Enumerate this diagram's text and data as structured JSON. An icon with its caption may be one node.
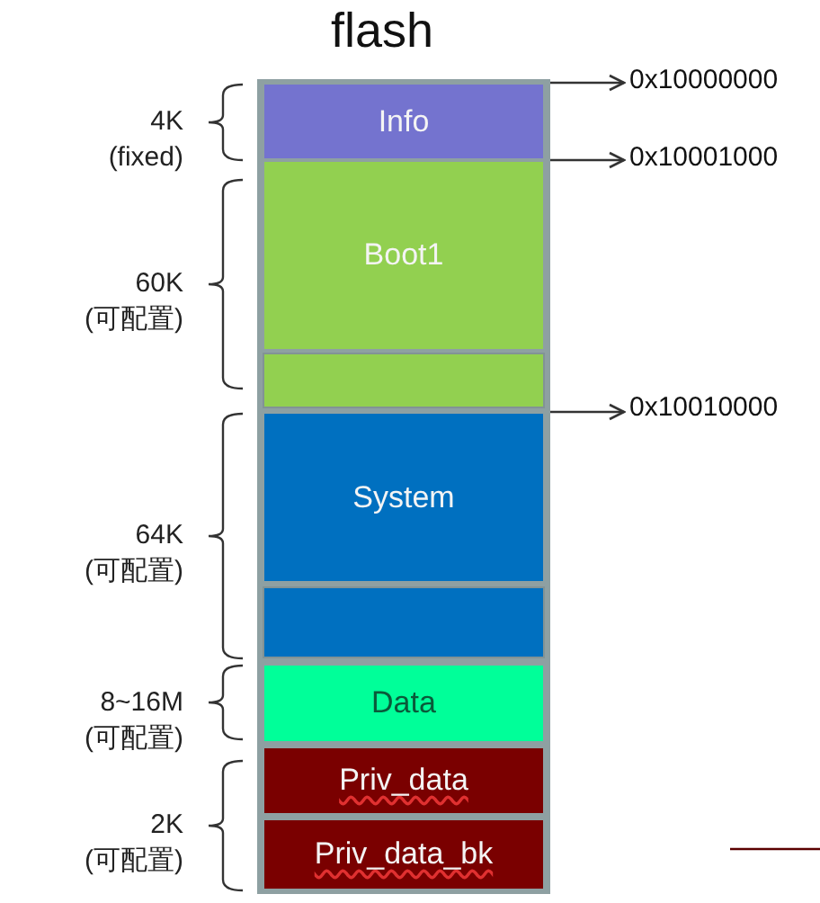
{
  "diagram": {
    "title": "flash",
    "nodes": [
      {
        "text": [
          "Info"
        ]
      },
      {
        "text": [
          "Boot1"
        ]
      },
      {
        "text": [],
        "shape": "box"
      },
      {
        "text": [
          "System"
        ]
      },
      {
        "text": [],
        "shape": "box"
      },
      {
        "text": [
          "Data"
        ]
      },
      {
        "text": [
          "Priv_data"
        ]
      },
      {
        "text": [
          "Priv_data_bk"
        ]
      },
      {
        "text": [
          "0x10000000"
        ]
      },
      {
        "text": [
          "0x10001000"
        ]
      },
      {
        "text": [
          "0x10010000"
        ]
      }
    ],
    "edges": [
      {
        "from": 0,
        "to": 8,
        "arrow": "to"
      },
      {
        "from": 0,
        "to": 9,
        "arrow": "to"
      },
      {
        "from": 2,
        "to": 10,
        "arrow": "to"
      }
    ],
    "labels": [
      "4K (fixed)",
      "60K (可配置)",
      "64K (可配置)",
      "8~16M (可配置)",
      "2K (可配置)"
    ]
  }
}
